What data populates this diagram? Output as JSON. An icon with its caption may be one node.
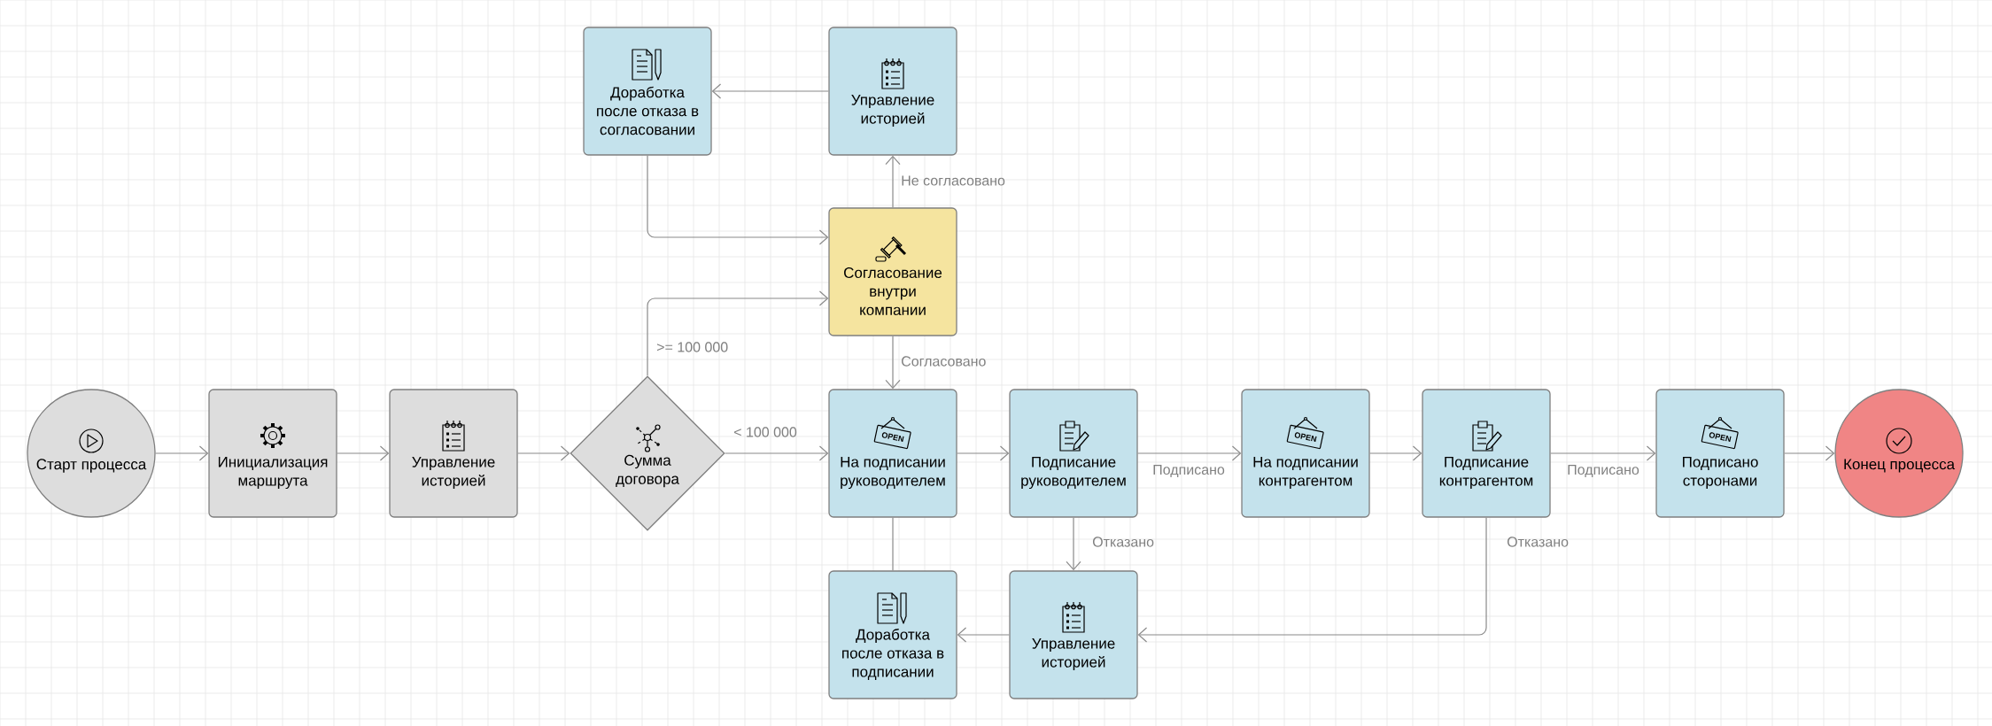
{
  "diagram": {
    "nodes": [
      {
        "text": [
          "Старт процесса"
        ]
      },
      {
        "text": [
          "Инициализация маршрута"
        ]
      },
      {
        "text": [
          "Управление историей"
        ]
      },
      {
        "text": [
          "Сумма договора"
        ]
      },
      {
        "text": [
          "Доработка после отказа в согласовании"
        ]
      },
      {
        "text": [
          "Управление историей"
        ]
      },
      {
        "text": [
          "Согласование внутри компании"
        ]
      },
      {
        "text": [
          "На подписании руководителем"
        ]
      },
      {
        "text": [
          "Подписание руководителем"
        ]
      },
      {
        "text": [
          "На подписании контрагентом"
        ]
      },
      {
        "text": [
          "Подписание контрагентом"
        ]
      },
      {
        "text": [
          "Подписано сторонами"
        ]
      },
      {
        "text": [
          "Конец процесса"
        ]
      },
      {
        "text": [
          "Доработка после отказа в подписании"
        ]
      },
      {
        "text": [
          "Управление историей"
        ]
      }
    ],
    "edges": [
      {
        "from": 0,
        "to": 1,
        "arrow": "to"
      },
      {
        "from": 1,
        "to": 2,
        "arrow": "to"
      },
      {
        "from": 2,
        "to": 3,
        "arrow": "to"
      },
      {
        "from": 3,
        "to": 7,
        "arrow": "to",
        "label": "< 100 000"
      },
      {
        "from": 3,
        "to": 6,
        "arrow": "to",
        "label": ">= 100 000"
      },
      {
        "from": 6,
        "to": 5,
        "arrow": "to",
        "label": "Не согласовано"
      },
      {
        "from": 5,
        "to": 4,
        "arrow": "to"
      },
      {
        "from": 4,
        "to": 6,
        "arrow": "to"
      },
      {
        "from": 6,
        "to": 7,
        "arrow": "to",
        "label": "Согласовано"
      },
      {
        "from": 7,
        "to": 8,
        "arrow": "to"
      },
      {
        "from": 8,
        "to": 9,
        "arrow": "to",
        "label": "Подписано"
      },
      {
        "from": 9,
        "to": 10,
        "arrow": "to"
      },
      {
        "from": 10,
        "to": 11,
        "arrow": "to",
        "label": "Подписано"
      },
      {
        "from": 11,
        "to": 12,
        "arrow": "to"
      },
      {
        "from": 8,
        "to": 14,
        "arrow": "to",
        "label": "Отказано"
      },
      {
        "from": 10,
        "to": 14,
        "arrow": "to",
        "label": "Отказано"
      },
      {
        "from": 14,
        "to": 13,
        "arrow": "to"
      },
      {
        "from": 13,
        "to": 7,
        "arrow": "none"
      }
    ],
    "labels": [
      "OPEN",
      "OPEN",
      "OPEN"
    ]
  }
}
